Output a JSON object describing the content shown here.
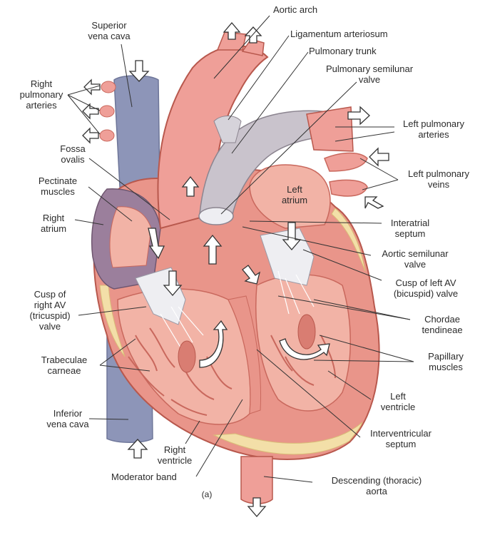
{
  "labels": {
    "superior_vena_cava": "Superior\nvena cava",
    "aortic_arch": "Aortic arch",
    "ligamentum_arteriosum": "Ligamentum arteriosum",
    "pulmonary_trunk": "Pulmonary trunk",
    "pulmonary_semilunar_valve": "Pulmonary semilunar\nvalve",
    "right_pulmonary_arteries": "Right\npulmonary\narteries",
    "left_pulmonary_arteries": "Left pulmonary\narteries",
    "fossa_ovalis": "Fossa\novalis",
    "left_pulmonary_veins": "Left pulmonary\nveins",
    "pectinate_muscles": "Pectinate\nmuscles",
    "left_atrium": "Left\natrium",
    "right_atrium": "Right\natrium",
    "interatrial_septum": "Interatrial\nseptum",
    "aortic_semilunar_valve": "Aortic semilunar\nvalve",
    "cusp_left_av": "Cusp of left AV\n(bicuspid) valve",
    "cusp_right_av": "Cusp of\nright AV\n(tricuspid)\nvalve",
    "chordae_tendineae": "Chordae\ntendineae",
    "trabeculae_carneae": "Trabeculae\ncarneae",
    "papillary_muscles": "Papillary\nmuscles",
    "left_ventricle": "Left\nventricle",
    "inferior_vena_cava": "Inferior\nvena cava",
    "interventricular_septum": "Interventricular\nseptum",
    "right_ventricle": "Right\nventricle",
    "moderator_band": "Moderator band",
    "descending_aorta": "Descending (thoracic)\naorta",
    "figure_tag": "(a)"
  },
  "colors": {
    "myocardium": "#e9958a",
    "myocardium_dark": "#c9685d",
    "inner_wall": "#f2b3a6",
    "vessel_pink": "#ef9f98",
    "vena_cava_blue": "#8d95b8",
    "right_atrium_purple": "#9b7f9c",
    "fat_yellow": "#f3dfa8",
    "valve_white": "#eeeef2",
    "leader_line": "#333333",
    "arrow_fill": "#ffffff"
  }
}
